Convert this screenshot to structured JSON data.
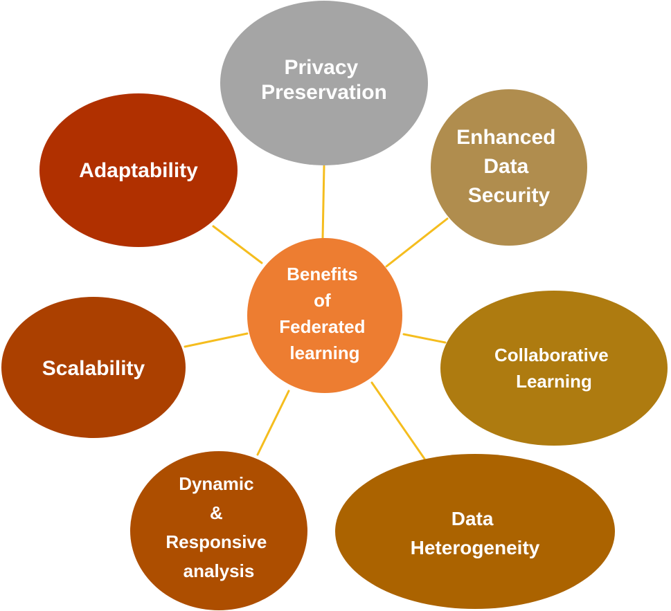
{
  "diagram": {
    "center": {
      "lines": [
        "Benefits",
        "of",
        "Federated",
        "learning"
      ],
      "color": "#ED7D31"
    },
    "nodes": {
      "privacy": {
        "lines": [
          "Privacy",
          "Preservation"
        ],
        "color": "#A5A5A5"
      },
      "security": {
        "lines": [
          "Enhanced",
          "Data",
          "Security"
        ],
        "color": "#B08D4E"
      },
      "collaborative": {
        "lines": [
          "Collaborative",
          "Learning"
        ],
        "color": "#AE7B10"
      },
      "heterogeneity": {
        "lines": [
          "Data",
          "Heterogeneity"
        ],
        "color": "#AB6300"
      },
      "dynamic": {
        "lines": [
          "Dynamic",
          "&",
          "Responsive",
          "analysis"
        ],
        "color": "#AD4E00"
      },
      "scalability": {
        "lines": [
          "Scalability"
        ],
        "color": "#AB4000"
      },
      "adaptability": {
        "lines": [
          "Adaptability"
        ],
        "color": "#B03000"
      }
    },
    "connector_color": "#F5BD1E"
  }
}
